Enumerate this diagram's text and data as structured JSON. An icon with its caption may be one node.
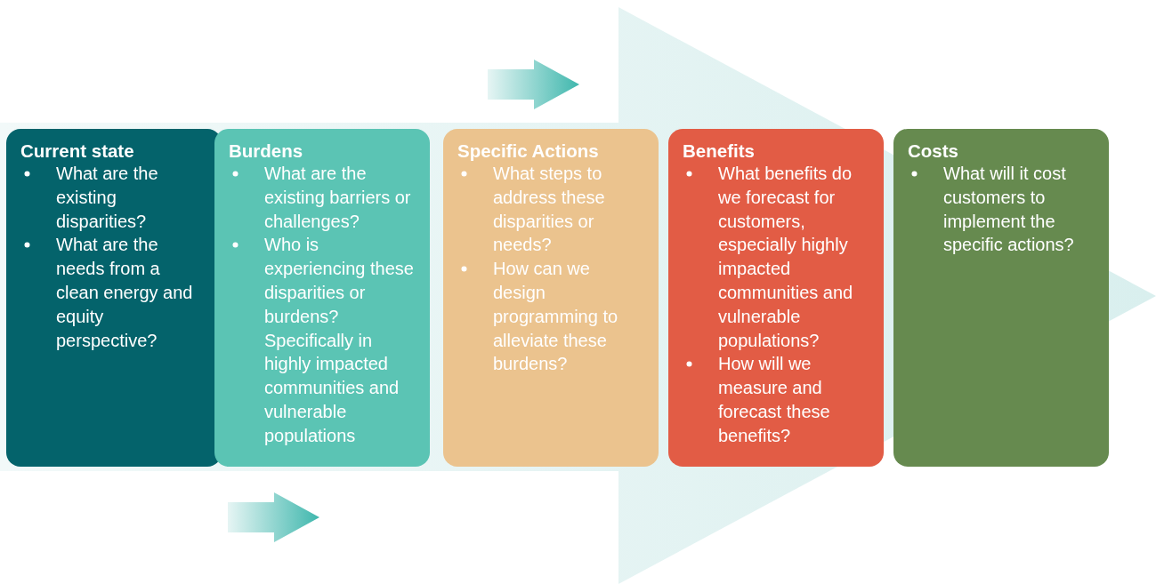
{
  "diagram": {
    "nodes": [
      {
        "text": [
          "Current state",
          "What are the existing disparities?",
          "What are the needs from a clean energy and equity perspective?"
        ]
      },
      {
        "text": [
          "Burdens",
          "What are the existing barriers or challenges?",
          "Who is experiencing these disparities or burdens? Specifically in highly impacted communities and vulnerable populations"
        ]
      },
      {
        "text": [
          "Specific Actions",
          "What steps to address these disparities or needs?",
          "How can we design programming to alleviate these burdens?"
        ]
      },
      {
        "text": [
          "Benefits",
          "What benefits do we forecast for customers, especially highly impacted communities and vulnerable populations?",
          "How will we measure and forecast these benefits?"
        ]
      },
      {
        "text": [
          "Costs",
          "What will it cost customers to implement the specific actions?"
        ]
      }
    ]
  }
}
